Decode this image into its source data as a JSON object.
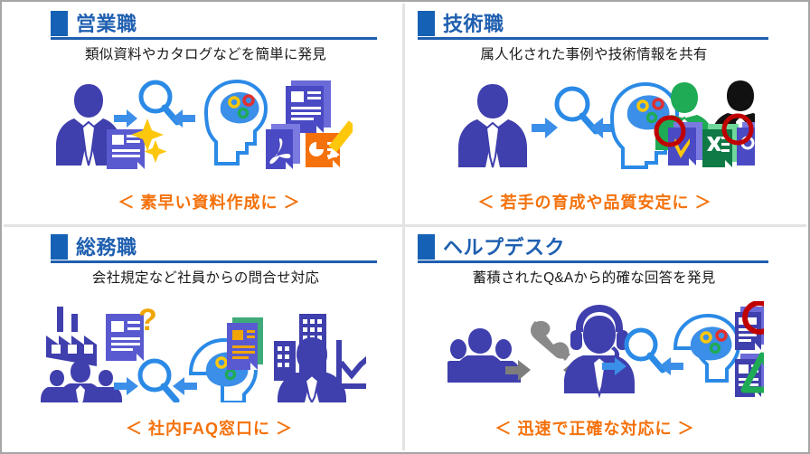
{
  "layout": {
    "columns": 2,
    "rows": 2,
    "frame_border_color": "#a6a6a6",
    "divider_color": "#e3e3e3",
    "background": "#ffffff"
  },
  "palette": {
    "header_blue": "#1f5fb0",
    "header_square_blue": "#1561b5",
    "subtitle_text": "#1a1a1a",
    "footer_orange": "#f4710b",
    "icon_indigo": "#3f3fad",
    "icon_arrow_blue": "#3b8fe8",
    "icon_outline_blue": "#2b8ae6",
    "icon_green": "#1faa55",
    "icon_black": "#111111",
    "icon_red": "#c00000",
    "icon_gold": "#f5b800",
    "icon_orange": "#f4710b",
    "icon_gray": "#808080"
  },
  "panels": [
    {
      "id": "sales",
      "title": "営業職",
      "subtitle": "類似資料やカタログなどを簡単に発見",
      "footer": "＜ 素早い資料作成に ＞",
      "icons": [
        "businessperson-icon",
        "document-icon",
        "sparkle-icon",
        "magnifier-icon",
        "double-arrow-icon",
        "ai-brain-head-icon",
        "stacked-document-icon",
        "pdf-file-icon",
        "presentation-file-icon"
      ]
    },
    {
      "id": "engineering",
      "title": "技術職",
      "subtitle": "属人化された事例や技術情報を共有",
      "footer": "＜ 若手の育成や品質安定に ＞",
      "icons": [
        "businessperson-icon",
        "magnifier-icon",
        "double-arrow-icon",
        "ai-brain-head-icon",
        "person-green-icon",
        "person-black-icon",
        "cad-file-icon",
        "spreadsheet-file-icon",
        "document-file-icon",
        "red-circle-marker-icon"
      ]
    },
    {
      "id": "general-affairs",
      "title": "総務職",
      "subtitle": "会社規定など社員からの問合せ対応",
      "footer": "＜ 社内FAQ窓口に ＞",
      "icons": [
        "factory-icon",
        "people-group-icon",
        "document-icon",
        "question-mark-icon",
        "magnifier-icon",
        "double-arrow-icon",
        "ai-brain-head-icon",
        "report-document-icon",
        "office-buildings-icon",
        "businessperson-icon",
        "line-chart-icon"
      ]
    },
    {
      "id": "helpdesk",
      "title": "ヘルプデスク",
      "subtitle": "蓄積されたQ&Aから的確な回答を発見",
      "footer": "＜ 迅速で正確な対応に ＞",
      "icons": [
        "people-group-icon",
        "telephone-icon",
        "gray-double-arrow-icon",
        "headset-operator-icon",
        "magnifier-icon",
        "double-arrow-icon",
        "ai-brain-head-icon",
        "knowledge-document-icon",
        "red-circle-marker-icon",
        "green-triangle-marker-icon"
      ]
    }
  ]
}
